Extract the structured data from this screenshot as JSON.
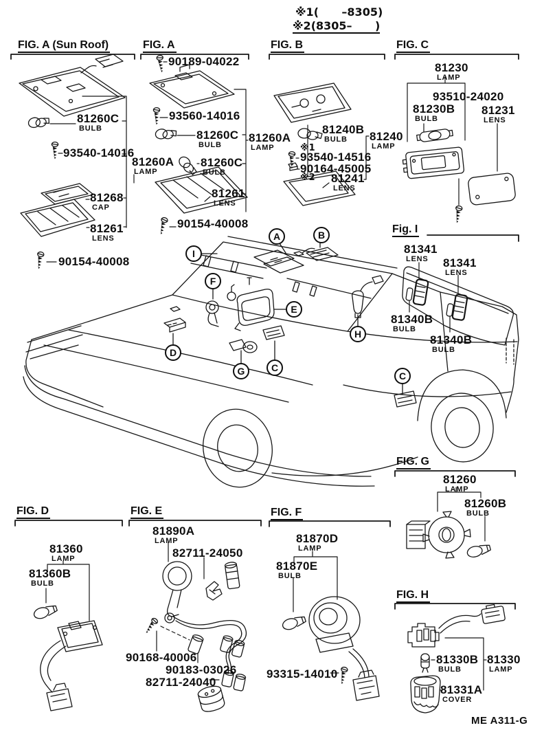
{
  "page": {
    "note1": "※1(      –8305)",
    "note2": "※2(8305–      )",
    "doc_code": "ME A311-G"
  },
  "callouts": {
    "a": "A",
    "b": "B",
    "c_roof": "C",
    "c_door": "C",
    "d": "D",
    "e": "E",
    "f": "F",
    "g": "G",
    "h": "H",
    "i": "I"
  },
  "figures": {
    "a_sunroof": {
      "title": "FIG. A (Sun Roof)",
      "bulb": {
        "num": "81260C",
        "sub": "BULB"
      },
      "screw_top": {
        "num": "93540-14016"
      },
      "cap": {
        "num": "81268",
        "sub": "CAP"
      },
      "lens": {
        "num": "81261",
        "sub": "LENS"
      },
      "screw_bottom": {
        "num": "90154-40008"
      }
    },
    "a": {
      "title": "FIG. A",
      "screw_top": {
        "num": "90189-04022"
      },
      "screw_mid": {
        "num": "93560-14016"
      },
      "bulb_top": {
        "num": "81260C",
        "sub": "BULB"
      },
      "lamp_left": {
        "num": "81260A",
        "sub": "LAMP"
      },
      "bulb_mid": {
        "num": "81260C",
        "sub": "BULB"
      },
      "lamp_right": {
        "num": "81260A",
        "sub": "LAMP"
      },
      "lens": {
        "num": "81261",
        "sub": "LENS"
      },
      "screw_bottom": {
        "num": "90154-40008"
      }
    },
    "b": {
      "title": "FIG. B",
      "bulb": {
        "num": "81240B",
        "sub": "BULB"
      },
      "lamp": {
        "num": "81240",
        "sub": "LAMP"
      },
      "mark1": "※1",
      "screw1": {
        "num": "93540-14516"
      },
      "screw2": {
        "num": "90164-45005"
      },
      "mark2": "※2",
      "lens": {
        "num": "81241",
        "sub": "LENS"
      }
    },
    "c": {
      "title": "FIG. C",
      "lamp": {
        "num": "81230",
        "sub": "LAMP"
      },
      "screw": {
        "num": "93510-24020"
      },
      "bulb": {
        "num": "81230B",
        "sub": "BULB"
      },
      "lens": {
        "num": "81231",
        "sub": "LENS"
      }
    },
    "i": {
      "title": "Fig. I",
      "lens1": {
        "num": "81341",
        "sub": "LENS"
      },
      "lens2": {
        "num": "81341",
        "sub": "LENS"
      },
      "bulb1": {
        "num": "81340B",
        "sub": "BULB"
      },
      "bulb2": {
        "num": "81340B",
        "sub": "BULB"
      }
    },
    "d": {
      "title": "FIG. D",
      "lamp": {
        "num": "81360",
        "sub": "LAMP"
      },
      "bulb": {
        "num": "81360B",
        "sub": "BULB"
      }
    },
    "e": {
      "title": "FIG. E",
      "lamp": {
        "num": "81890A",
        "sub": "LAMP"
      },
      "socket_upper": {
        "num": "82711-24050"
      },
      "screw": {
        "num": "90168-40006"
      },
      "socket_bulb": {
        "num": "90183-03026"
      },
      "socket_lower": {
        "num": "82711-24040"
      }
    },
    "f": {
      "title": "FIG. F",
      "lamp": {
        "num": "81870D",
        "sub": "LAMP"
      },
      "bulb": {
        "num": "81870E",
        "sub": "BULB"
      },
      "screw": {
        "num": "93315-14010"
      }
    },
    "g": {
      "title": "FIG. G",
      "lamp": {
        "num": "81260",
        "sub": "LAMP"
      },
      "bulb": {
        "num": "81260B",
        "sub": "BULB"
      }
    },
    "h": {
      "title": "FIG. H",
      "bulb": {
        "num": "81330B",
        "sub": "BULB"
      },
      "lamp": {
        "num": "81330",
        "sub": "LAMP"
      },
      "cover": {
        "num": "81331A",
        "sub": "COVER"
      }
    }
  }
}
